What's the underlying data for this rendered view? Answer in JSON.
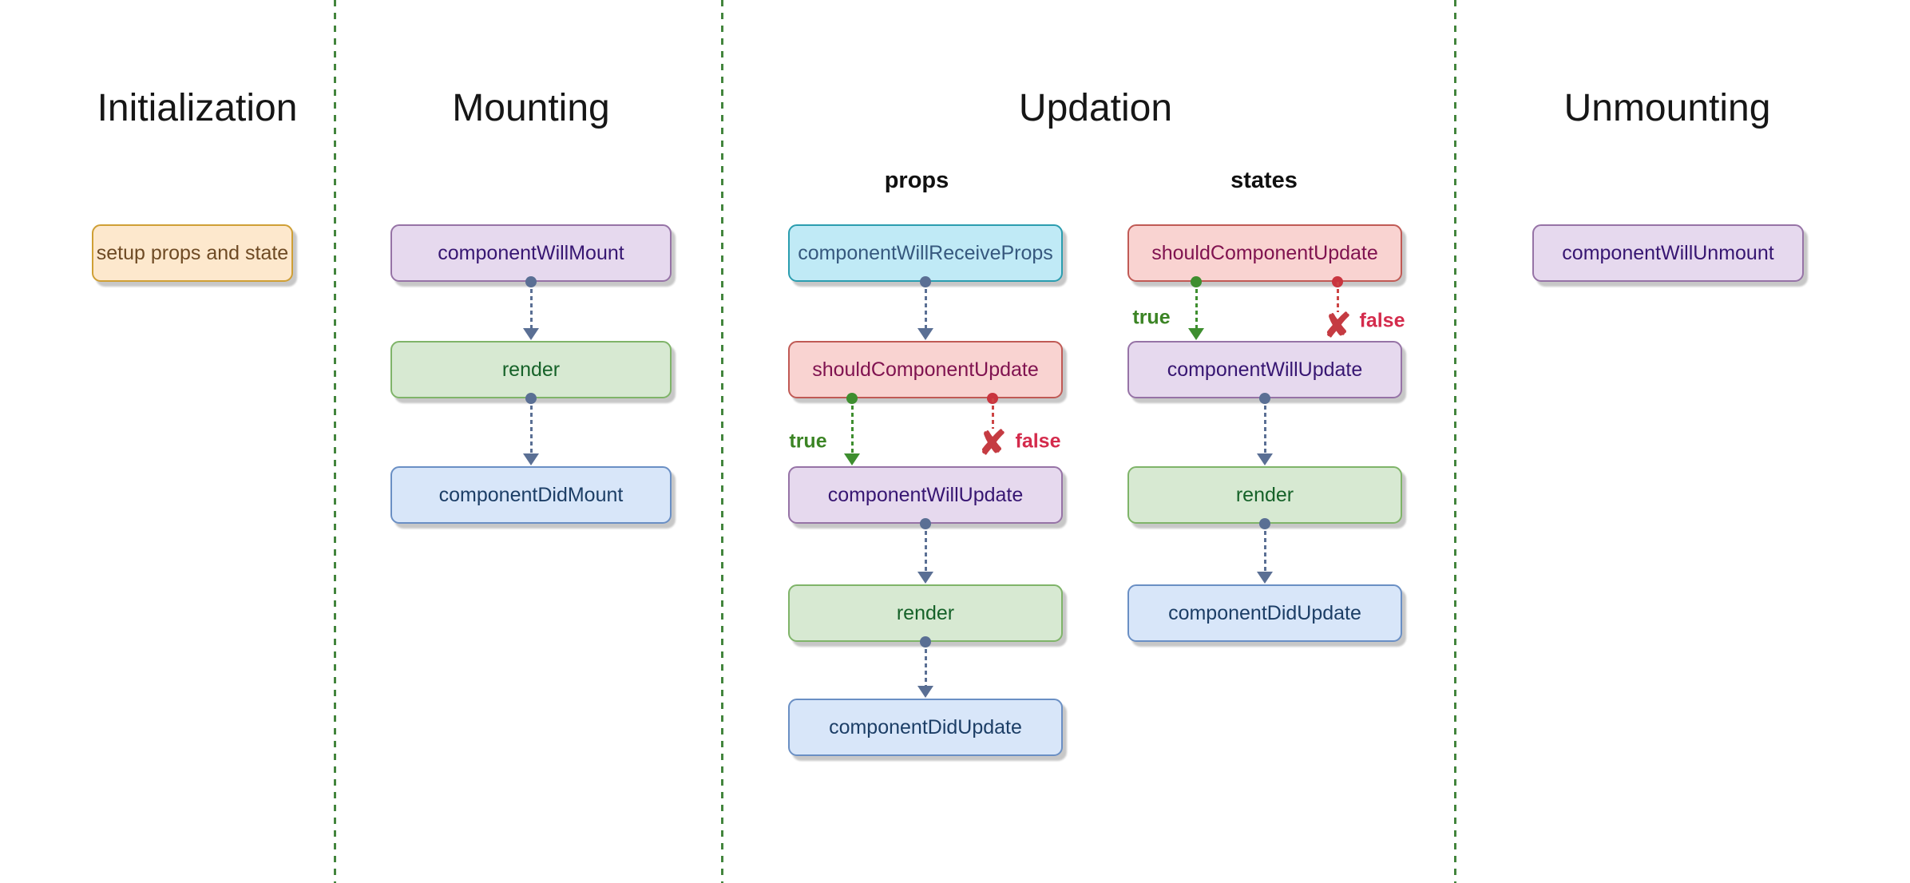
{
  "sections": {
    "initialization": {
      "title": "Initialization"
    },
    "mounting": {
      "title": "Mounting"
    },
    "updation": {
      "title": "Updation",
      "props_label": "props",
      "states_label": "states"
    },
    "unmounting": {
      "title": "Unmounting"
    }
  },
  "nodes": {
    "setup_props_and_state": "setup props and state",
    "component_will_mount": "componentWillMount",
    "render": "render",
    "component_did_mount": "componentDidMount",
    "component_will_receive_props": "componentWillReceiveProps",
    "should_component_update": "shouldComponentUpdate",
    "component_will_update": "componentWillUpdate",
    "component_did_update": "componentDidUpdate",
    "component_will_unmount": "componentWillUnmount"
  },
  "branch_labels": {
    "true": "true",
    "false": "false"
  },
  "icons": {
    "false_x": "✘"
  },
  "colors": {
    "divider_green": "#43853d",
    "node_orange_fill": "#fde8cd",
    "node_orange_border": "#cf9f35",
    "node_orange_text": "#6e4a24",
    "node_purple_fill": "#e6d9ee",
    "node_purple_border": "#9673a6",
    "node_purple_text": "#371672",
    "node_green_fill": "#d7e9d2",
    "node_green_border": "#7fb469",
    "node_green_text": "#166229",
    "node_blue_fill": "#d8e6f9",
    "node_blue_border": "#6a8fc4",
    "node_blue_text": "#1c3e66",
    "node_cyan_fill": "#c0eaf6",
    "node_cyan_border": "#2b9daf",
    "node_cyan_text": "#36587e",
    "node_red_fill": "#f9d3d1",
    "node_red_border": "#c05a55",
    "node_red_text": "#801350",
    "arrow_slate": "#5a6f94",
    "arrow_true_green": "#3e8e2f",
    "arrow_false_red": "#cc4444",
    "label_true_green": "#3b8424",
    "label_false_red": "#d42b4c",
    "x_mark_red": "#c53b42"
  }
}
